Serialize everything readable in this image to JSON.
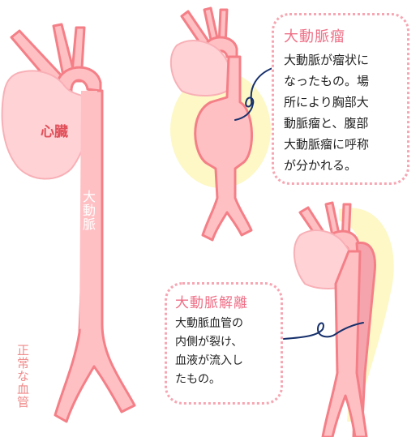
{
  "labels": {
    "heart": "心臓",
    "aorta": "大動脈",
    "normal_vessel": "正常な血管"
  },
  "callouts": {
    "aneurysm": {
      "title": "大動脈瘤",
      "body": "大動脈が瘤状に\nなったもの。場\n所により胸部大\n動脈瘤と、腹部\n大動脈瘤に呼称\nが分かれる。"
    },
    "dissection": {
      "title": "大動脈解離",
      "body": "大動脈血管の\n内側が裂け、\n血液が流入し\nたもの。"
    }
  },
  "colors": {
    "vessel_fill": "#ffc0c4",
    "vessel_outline": "#f47f87",
    "heart_fill": "#ffd2d6",
    "highlight": "#fdf8c6",
    "callout_border": "#f6a6b2",
    "title_text": "#ee6f86",
    "leader_line": "#16306b"
  }
}
